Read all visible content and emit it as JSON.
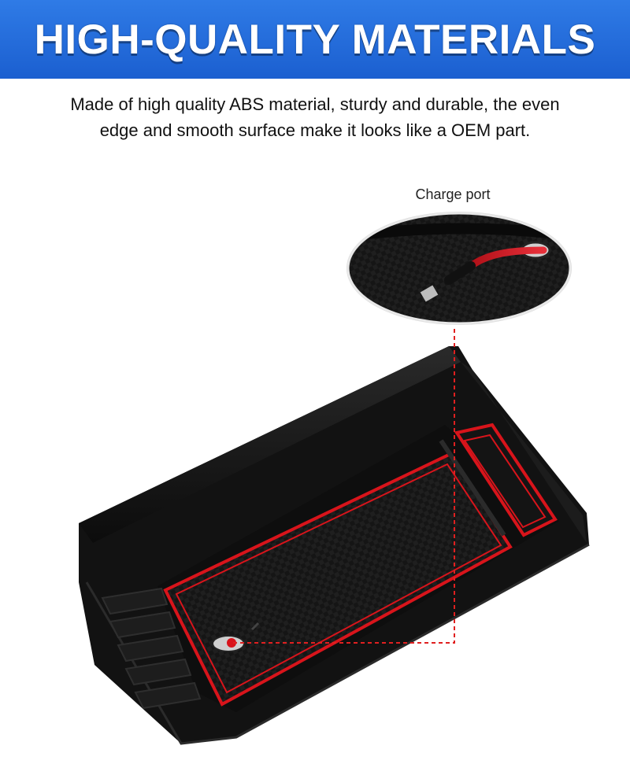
{
  "banner": {
    "title": "HIGH-QUALITY MATERIALS",
    "background_color": "#1e64d8"
  },
  "description": {
    "text_line1": "Made of high quality ABS material, sturdy and durable, the even",
    "text_line2": "edge and smooth surface make it looks like a OEM part."
  },
  "callout": {
    "label": "Charge port",
    "line_color": "#e02020",
    "line_style": "dashed"
  },
  "product": {
    "body_color": "#111111",
    "trim_color": "#d8141b"
  }
}
